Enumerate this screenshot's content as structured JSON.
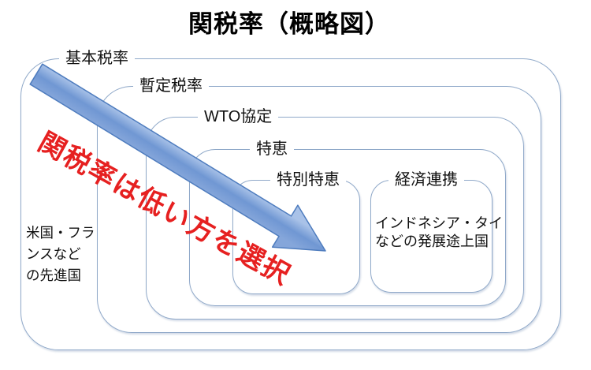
{
  "title": {
    "text": "関税率（概略図）"
  },
  "boxes": [
    {
      "label": "基本税率",
      "note": "米国・フラ\nンスなど\nの先進国"
    },
    {
      "label": "暫定税率"
    },
    {
      "label": "WTO協定"
    },
    {
      "label": "特恵"
    },
    {
      "label": "特別特恵"
    },
    {
      "label": "経済連携",
      "note": "インドネシア・タイ\nなどの発展途上国"
    }
  ],
  "arrow": {
    "caption": "関税率は低い方を選択"
  },
  "colors": {
    "box_border": "#90a9c9",
    "arrow_fill_light": "#a9c2e8",
    "arrow_fill_mid": "#7097d3",
    "arrow_fill_edge": "#85a6da",
    "arrow_stroke": "#4e7cbe",
    "caption_red": "#e62020",
    "text_black": "#111111",
    "background": "#ffffff"
  }
}
